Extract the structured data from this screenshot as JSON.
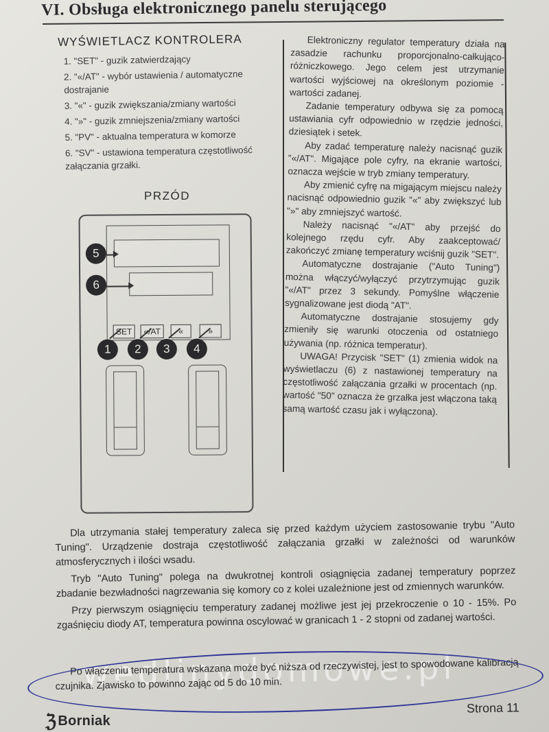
{
  "document": {
    "section_title": "VI. Obsługa elektronicznego panelu sterującego",
    "controller": {
      "heading": "WYŚWIETLACZ KONTROLERA",
      "legend": [
        "1. \"SET\" - guzik zatwierdzający",
        "2. \"«/AT\" - wybór ustawienia / automatyczne dostrajanie",
        "3. \"«\" - guzik zwiększania/zmiany wartości",
        "4. \"»\" - guzik zmniejszenia/zmiany wartości",
        "5. \"PV\" - aktualna temperatura w komorze",
        "6. \"SV\" - ustawiona temperatura częstotliwość załączania grzałki."
      ]
    },
    "diagram": {
      "label": "PRZÓD",
      "buttons": [
        "SET",
        "«/AT",
        "«",
        "»"
      ],
      "callouts": [
        "5",
        "6",
        "1",
        "2",
        "3",
        "4"
      ]
    },
    "right_column": [
      "Elektroniczny regulator temperatury działa na zasadzie rachunku proporcjonalno-całkująco-różniczkowego. Jego celem jest utrzymanie wartości wyjściowej na określonym poziomie - wartości zadanej.",
      "Zadanie temperatury odbywa się za pomocą ustawiania cyfr odpowiednio w rzędzie jedności, dziesiątek i setek.",
      "Aby zadać temperaturę należy nacisnąć guzik \"«/AT\". Migające pole cyfry, na ekranie wartości, oznacza wejście w tryb zmiany temperatury.",
      "Aby zmienić cyfrę na migającym miejscu należy nacisnąć odpowiednio guzik \"«\" aby zwiększyć lub \"»\" aby zmniejszyć wartość.",
      "Należy nacisnąć \"«/AT\" aby przejść do kolejnego rzędu cyfr. Aby zaakceptować/ zakończyć zmianę temperatury wciśnij guzik \"SET\".",
      "Automatyczne dostrajanie (\"Auto Tuning\") można włączyć/wyłączyć przytrzymując guzik \"«/AT\" przez 3 sekundy. Pomyślne włączenie sygnalizowane jest diodą \"AT\".",
      "Automatyczne dostrajanie stosujemy gdy zmieniły się warunki otoczenia od ostatniego używania (np. różnica temperatur).",
      "UWAGA! Przycisk \"SET\" (1) zmienia widok na wyświetlaczu (6) z nastawionej temperatury na częstotliwość załączania grzałki w procentach (np. wartość \"50\" oznacza że grzałka jest włączona taką samą wartość czasu jak i wyłączona)."
    ],
    "bottom_paragraphs": [
      "Dla utrzymania stałej temperatury zaleca się przed każdym użyciem zastosowanie trybu \"Auto Tuning\". Urządzenie dostraja częstotliwość załączania grzałki w zależności od warunków atmosferycznych i ilości wsadu.",
      "Tryb \"Auto Tuning\" polega na dwukrotnej kontroli osiągnięcia zadanej temperatury poprzez zbadanie bezwładności nagrzewania się komory co z kolei uzależnione jest od zmiennych warunków.",
      "Przy pierwszym osiągnięciu temperatury zadanej możliwe jest jej przekroczenie o 10 - 15%. Po zgaśnięciu diody AT, temperatura powinna oscylować w granicach 1 - 2 stopni od zadanej wartości."
    ],
    "note": "Po włączeniu temperatura wskazana może być niższa od rzeczywistej, jest to spowodowane kalibracją czujnika. Zjawisko to powinno zając od 5 do 10 min.",
    "watermark": "wedlinydomowe.pl",
    "brand": "Borniak",
    "page_number": "Strona 11"
  }
}
